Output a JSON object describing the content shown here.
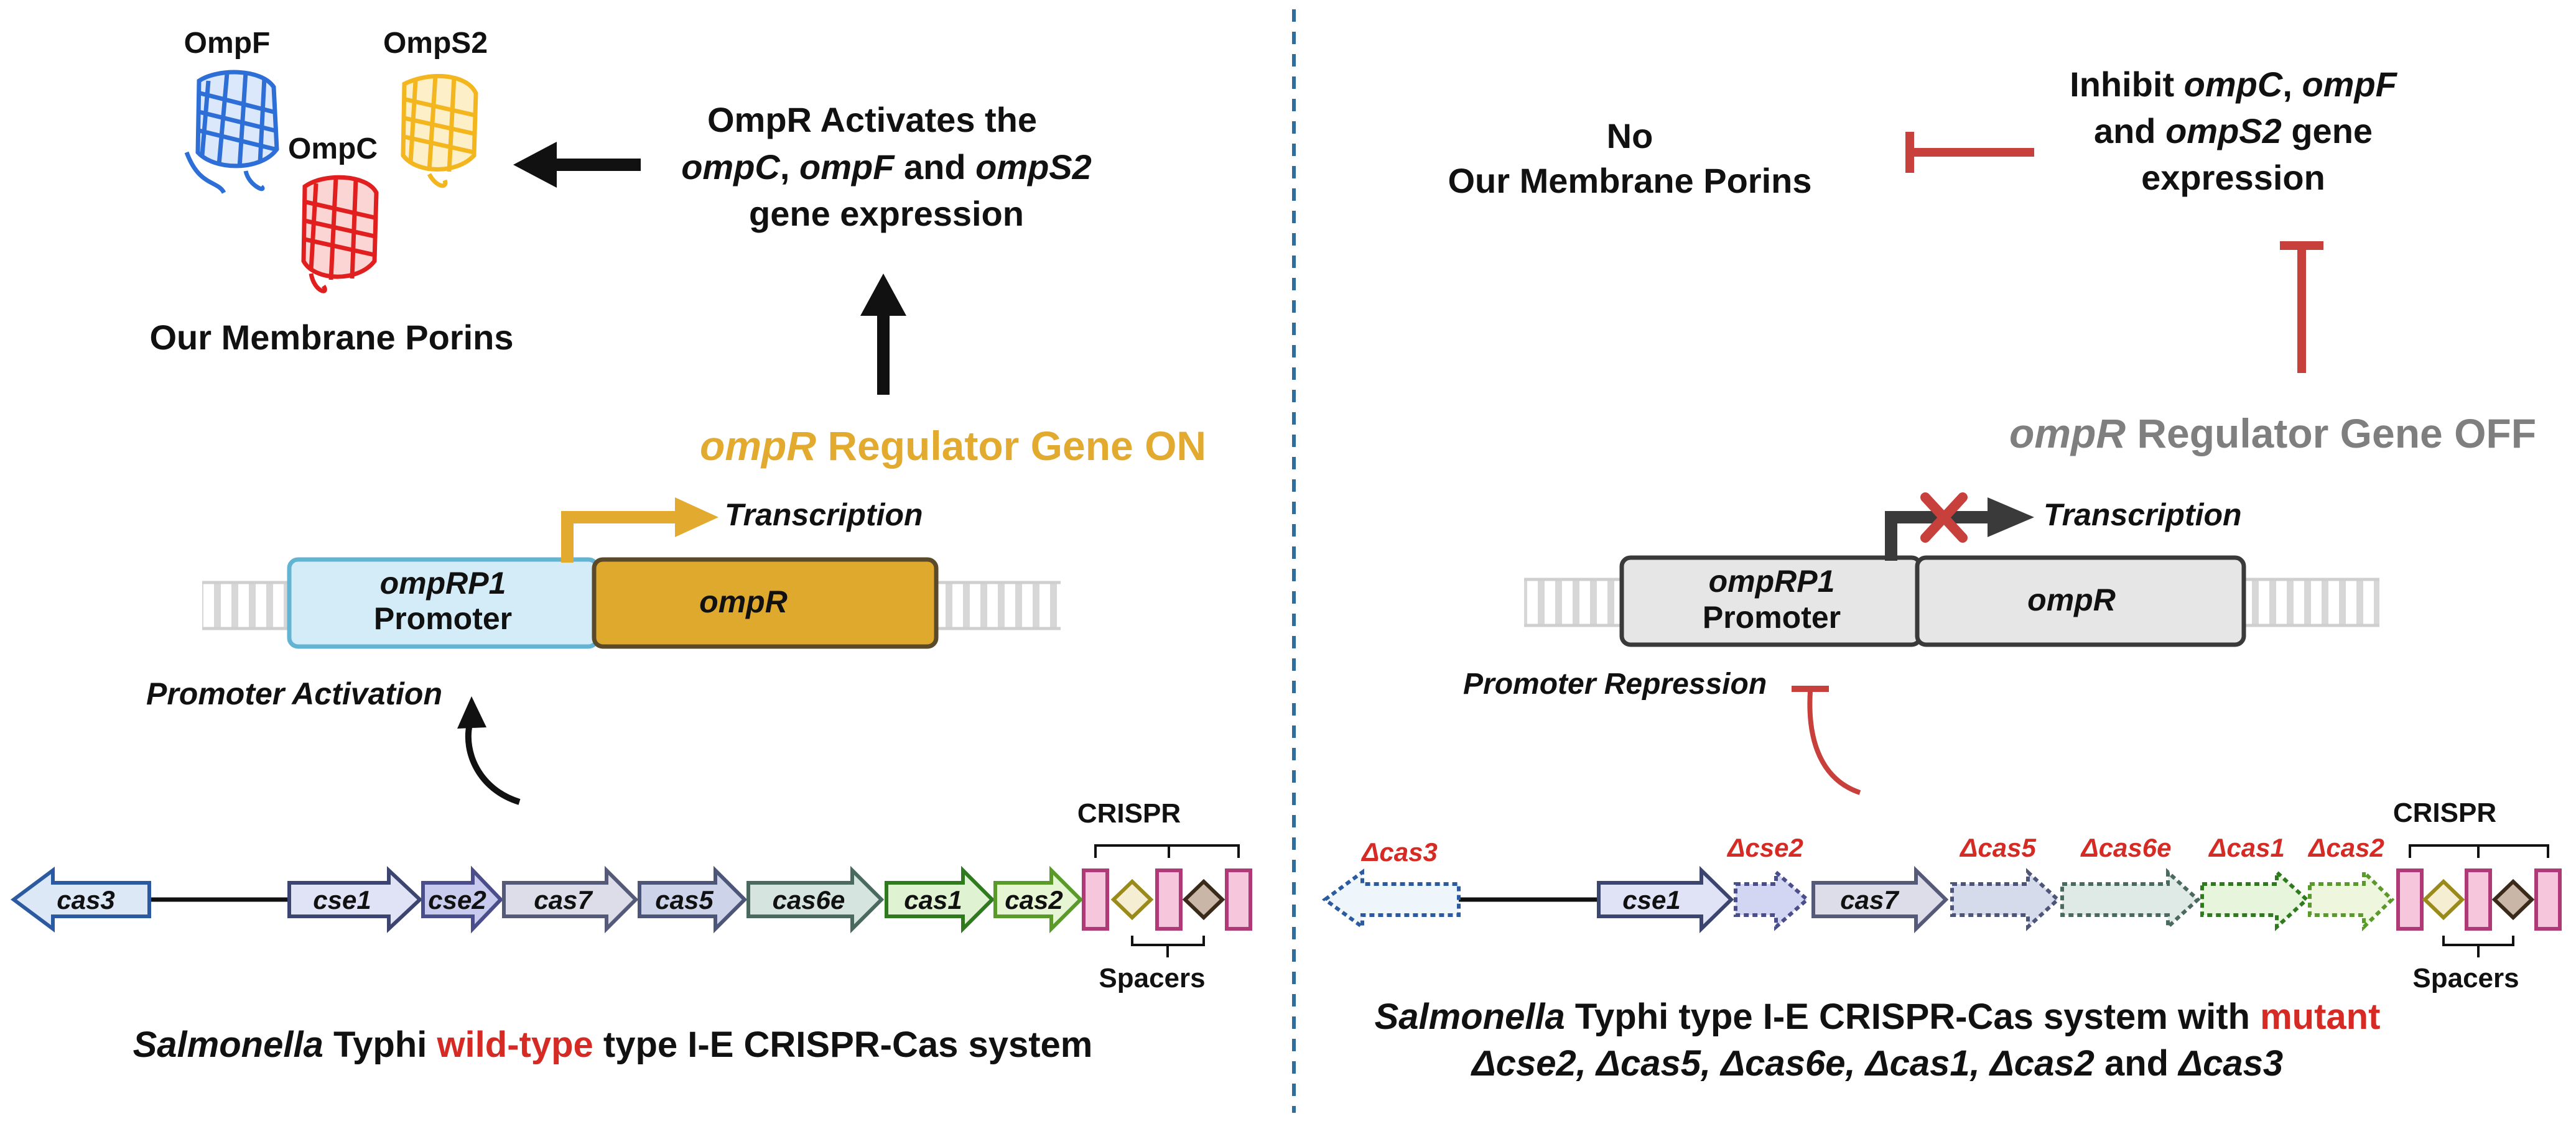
{
  "left": {
    "porins": {
      "ompf": "OmpF",
      "omps2": "OmpS2",
      "ompc": "OmpC",
      "caption": "Our Membrane Porins"
    },
    "activation": {
      "line1": "OmpR Activates the",
      "g1": "ompC",
      "sep1": ", ",
      "g2": "ompF",
      "mid": " and ",
      "g3": "ompS2",
      "line3": "gene expression"
    },
    "regulator": {
      "gene": "ompR",
      "rest": " Regulator Gene ON"
    },
    "transcription": "Transcription",
    "promoter": {
      "name": "ompRP1",
      "label": "Promoter"
    },
    "gene_box": "ompR",
    "promoter_activation": "Promoter Activation",
    "genes": {
      "cas3": "cas3",
      "cse1": "cse1",
      "cse2": "cse2",
      "cas7": "cas7",
      "cas5": "cas5",
      "cas6e": "cas6e",
      "cas1": "cas1",
      "cas2": "cas2"
    },
    "crispr": "CRISPR",
    "spacers": "Spacers",
    "caption": {
      "genus": "Salmonella",
      "typhi": " Typhi ",
      "highlight": "wild-type",
      "rest": " type I-E CRISPR-Cas system"
    }
  },
  "right": {
    "no_porins": {
      "line1": "No",
      "line2": "Our Membrane Porins"
    },
    "inhibit": {
      "w1": "Inhibit ",
      "g1": "ompC",
      "sep1": ", ",
      "g2": "ompF",
      "and1": "and ",
      "g3": "ompS2",
      "gene": " gene",
      "line3": "expression"
    },
    "regulator": {
      "gene": "ompR",
      "rest": " Regulator Gene OFF"
    },
    "transcription": "Transcription",
    "promoter": {
      "name": "ompRP1",
      "label": "Promoter"
    },
    "gene_box": "ompR",
    "promoter_repression": "Promoter Repression",
    "deleted": {
      "cas3": "Δcas3",
      "cse2": "Δcse2",
      "cas5": "Δcas5",
      "cas6e": "Δcas6e",
      "cas1": "Δcas1",
      "cas2": "Δcas2"
    },
    "genes": {
      "cse1": "cse1",
      "cas7": "cas7"
    },
    "crispr": "CRISPR",
    "spacers": "Spacers",
    "caption": {
      "genus": "Salmonella",
      "typhi": " Typhi type I-E CRISPR-Cas system with ",
      "highlight": "mutant",
      "l2a": "Δcse2, Δcas5, Δcas6e, Δcas1, Δcas2",
      "l2b": " and ",
      "l2c": "Δcas3"
    }
  },
  "colors": {
    "activation_gold": "#e2ab2f",
    "gene_box_gold": "#dfa92e",
    "promoter_blue": "#d4ecf7",
    "promoter_border": "#63b4d3",
    "red_label": "#d62a24",
    "inhibit_red": "#c8403c",
    "grey_off": "#7f7f7f",
    "divider_blue": "#2f6d9c",
    "ompf_blue": "#2d6fd6",
    "ompc_red": "#e21f1f",
    "omps2_yellow": "#f3b61f"
  }
}
